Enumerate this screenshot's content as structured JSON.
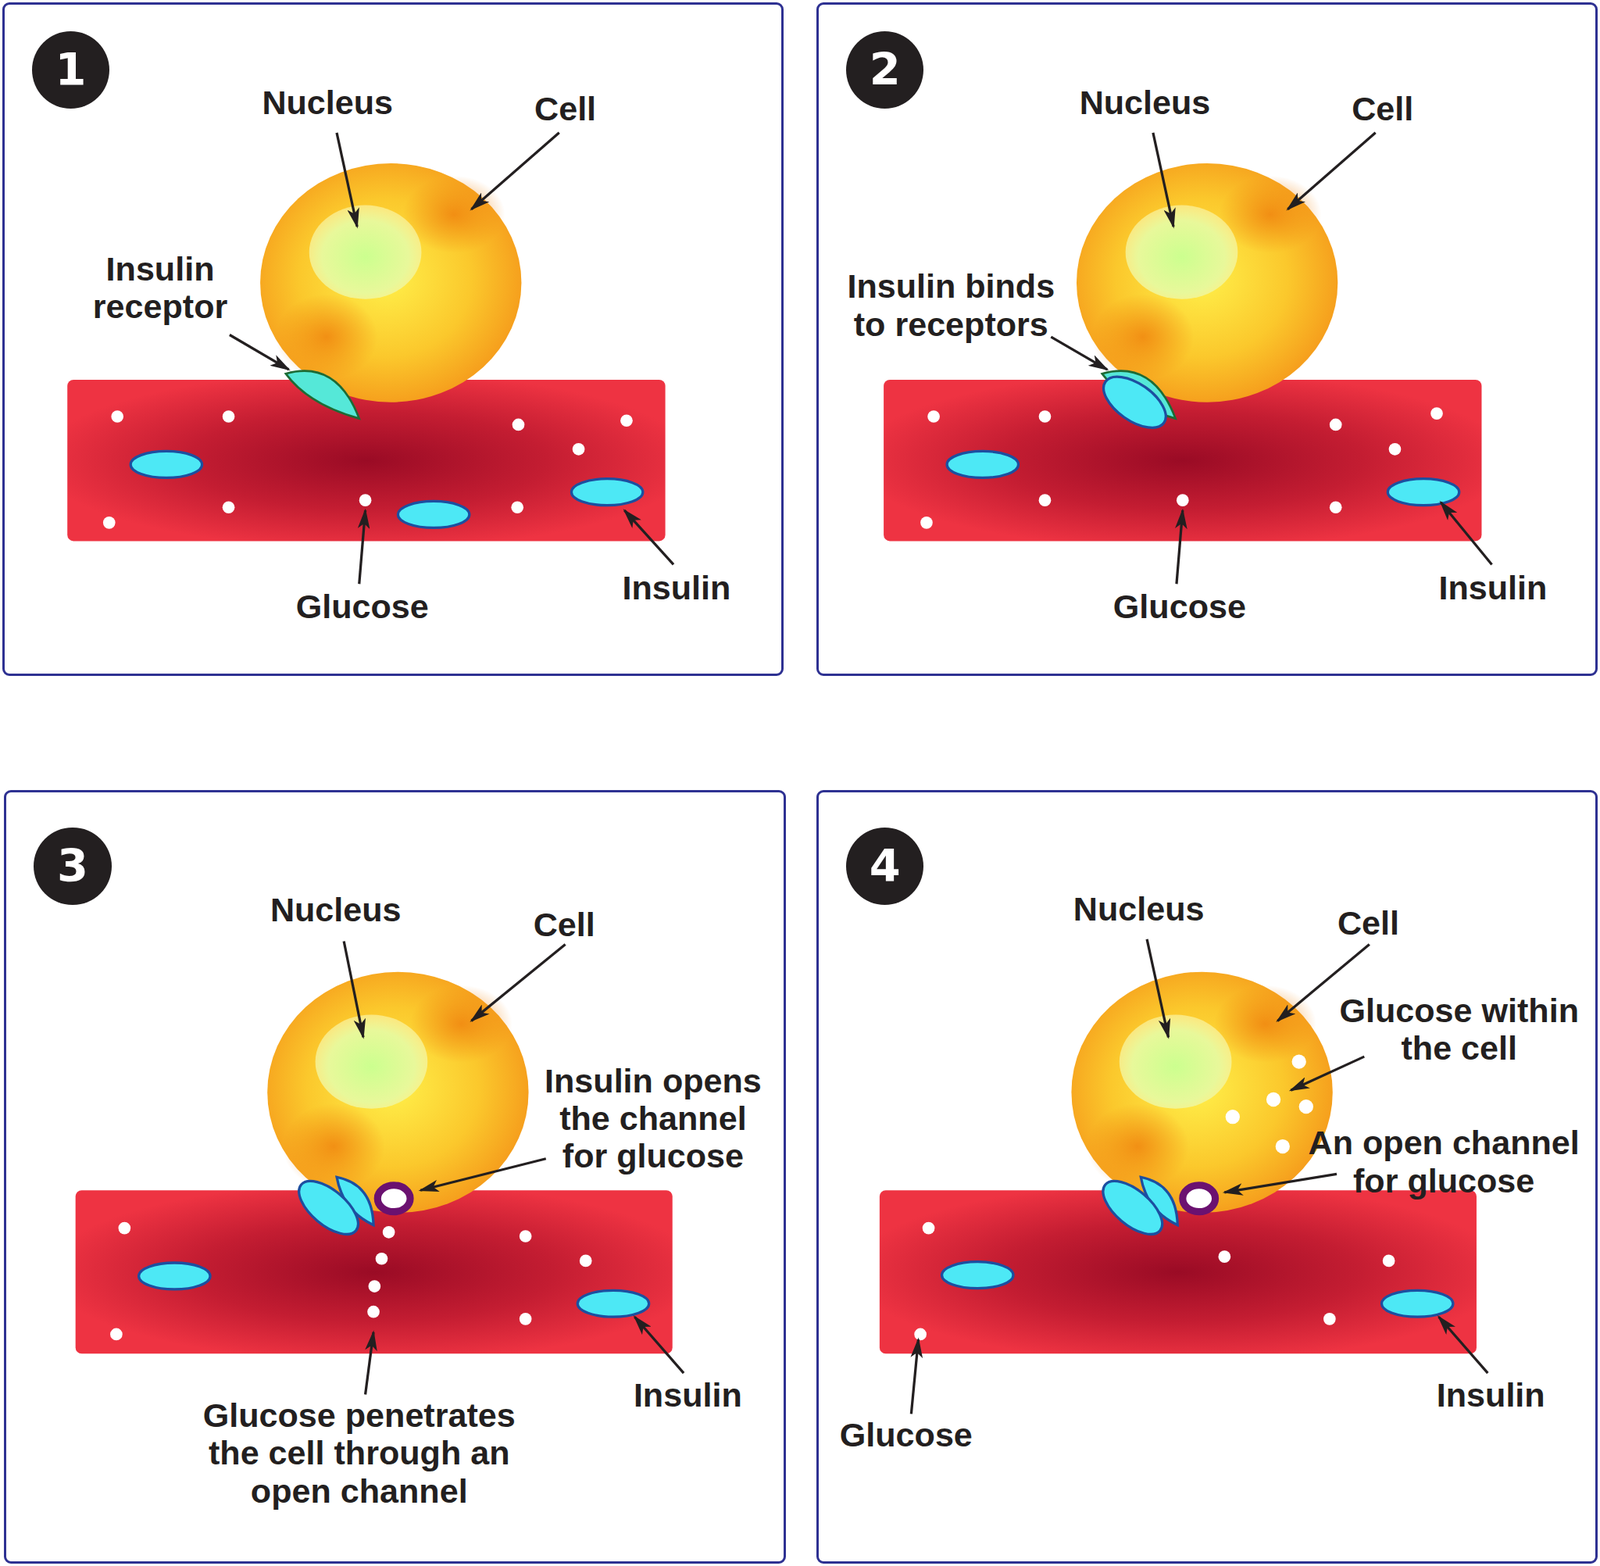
{
  "diagram": {
    "nodes": [
      {
        "text": [
          "1"
        ]
      },
      {
        "text": [
          "2"
        ]
      },
      {
        "text": [
          "3"
        ]
      },
      {
        "text": [
          "4"
        ]
      }
    ],
    "labels": [
      "Nucleus",
      "Cell",
      "Insulin receptor",
      "Glucose",
      "Insulin",
      "Nucleus",
      "Cell",
      "Insulin binds to receptors",
      "Glucose",
      "Insulin",
      "Nucleus",
      "Cell",
      "Insulin opens the channel for glucose",
      "Glucose penetrates the cell through an open channel",
      "Insulin",
      "Nucleus",
      "Cell",
      "Glucose within the cell",
      "An open channel for glucose",
      "Glucose",
      "Insulin"
    ]
  }
}
